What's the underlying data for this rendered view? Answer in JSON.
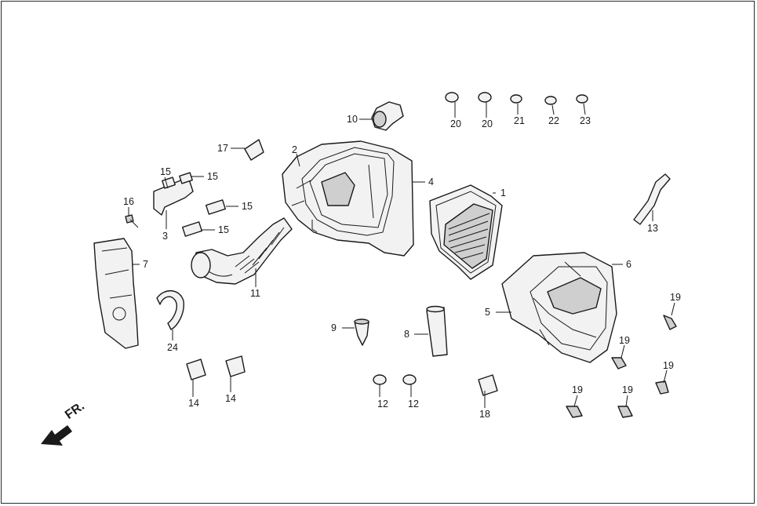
{
  "diagram": {
    "direction_label": "FR.",
    "callouts": {
      "p1": "1",
      "p2": "2",
      "p3": "3",
      "p4": "4",
      "p5": "5",
      "p6": "6",
      "p7": "7",
      "p8": "8",
      "p9": "9",
      "p10": "10",
      "p11": "11",
      "p12a": "12",
      "p12b": "12",
      "p13": "13",
      "p14a": "14",
      "p14b": "14",
      "p15a": "15",
      "p15b": "15",
      "p15c": "15",
      "p15d": "15",
      "p16": "16",
      "p17": "17",
      "p18": "18",
      "p19a": "19",
      "p19b": "19",
      "p19c": "19",
      "p19d": "19",
      "p19e": "19",
      "p20a": "20",
      "p20b": "20",
      "p21": "21",
      "p22": "22",
      "p23": "23",
      "p24": "24"
    }
  }
}
